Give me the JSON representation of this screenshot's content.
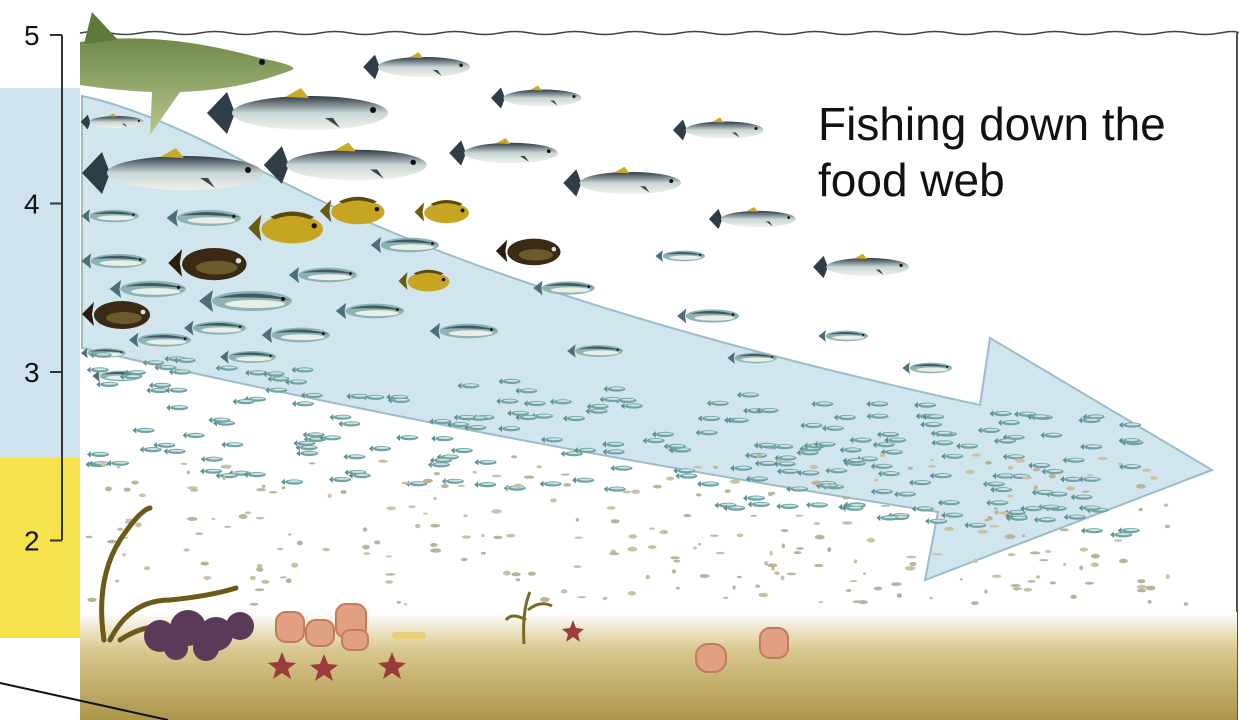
{
  "title": {
    "line1": "Fishing down the",
    "line2": "food web"
  },
  "axis": {
    "ticks": [
      {
        "label": "5",
        "level": 5
      },
      {
        "label": "4",
        "level": 4
      },
      {
        "label": "3",
        "level": 3
      },
      {
        "label": "2",
        "level": 2
      }
    ]
  },
  "colors": {
    "water": "#ffffff",
    "seabed": "#b39b4e",
    "arrow_fill": "#c9e0ec",
    "arrow_stroke": "#9bbccc",
    "axis": "#333333",
    "left_panel_blue": "#cfe3ef",
    "left_panel_yellow": "#f6e24a"
  }
}
